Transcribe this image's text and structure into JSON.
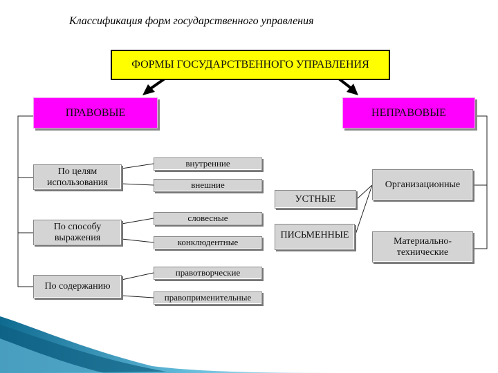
{
  "title": "Классификация форм государственного управления",
  "root": "ФОРМЫ ГОСУДАРСТВЕННОГО УПРАВЛЕНИЯ",
  "legal": {
    "label": "ПРАВОВЫЕ",
    "criteria": [
      {
        "label": "По целям использования",
        "values": [
          "внутренние",
          "внешние"
        ]
      },
      {
        "label": "По способу выражения",
        "values": [
          "словесные",
          "конклюдентные"
        ]
      },
      {
        "label": "По содержанию",
        "values": [
          "правотворческие",
          "правоприменительные"
        ]
      }
    ]
  },
  "nonlegal": {
    "label": "НЕПРАВОВЫЕ",
    "oral": "УСТНЫЕ",
    "written": "ПИСЬМЕННЫЕ",
    "organizational": "Организационные",
    "material": "Материально-технические"
  },
  "colors": {
    "root": "#ffff00",
    "branch": "#ff00ff",
    "node": "#d4d4d4",
    "wave": "#1b7fa6"
  }
}
